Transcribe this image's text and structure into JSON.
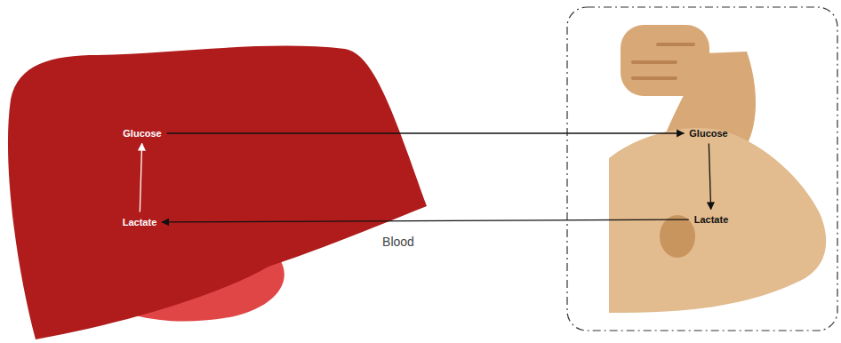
{
  "diagram": {
    "nodes": [
      {
        "text": [
          "Glucose"
        ]
      },
      {
        "text": [
          "Glucose"
        ]
      },
      {
        "text": [
          "Lactate"
        ]
      },
      {
        "text": [
          "Lactate"
        ]
      }
    ],
    "edges": [
      {
        "from": 2,
        "to": 0,
        "arrow": "to"
      },
      {
        "from": 0,
        "to": 1,
        "arrow": "to"
      },
      {
        "from": 1,
        "to": 3,
        "arrow": "to"
      },
      {
        "from": 3,
        "to": 2,
        "arrow": "to",
        "label": "Blood"
      }
    ]
  }
}
